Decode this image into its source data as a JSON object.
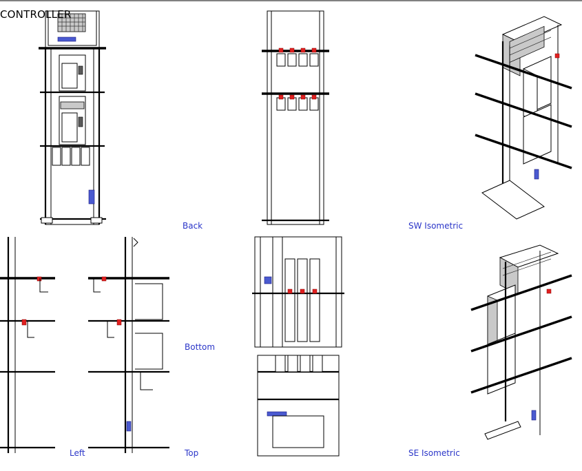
{
  "drawing": {
    "title": "CONTROLLER",
    "views": {
      "back": "Back",
      "sw_isometric": "SW Isometric",
      "bottom": "Bottom",
      "left": "Left",
      "top": "Top",
      "se_isometric": "SE Isometric"
    }
  },
  "colors": {
    "label_text": "#2a35c8",
    "accent_red": "#e02020",
    "accent_blue": "#4a5ad0",
    "line": "#000000",
    "background": "#ffffff"
  }
}
